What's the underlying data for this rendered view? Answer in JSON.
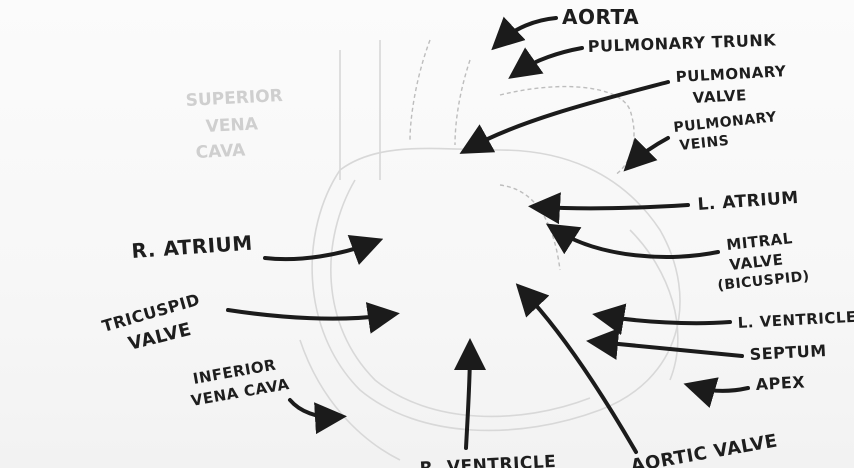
{
  "labels": {
    "aorta": "AORTA",
    "pulmonary_trunk": "PULMONARY TRUNK",
    "pulmonary_valve_1": "PULMONARY",
    "pulmonary_valve_2": "VALVE",
    "pulmonary_veins_1": "PULMONARY",
    "pulmonary_veins_2": "VEINS",
    "superior_vc_1": "SUPERIOR",
    "superior_vc_2": "VENA",
    "superior_vc_3": "CAVA",
    "l_atrium": "L. ATRIUM",
    "r_atrium": "R. ATRIUM",
    "mitral_1": "MITRAL",
    "mitral_2": "VALVE",
    "mitral_3": "(BICUSPID)",
    "tricuspid_1": "TRICUSPID",
    "tricuspid_2": "VALVE",
    "l_ventricle": "L. VENTRICLE",
    "septum": "SEPTUM",
    "inferior_vc_1": "INFERIOR",
    "inferior_vc_2": "VENA CAVA",
    "apex": "APEX",
    "r_ventricle": "R. VENTRICLE",
    "aortic_valve": "AORTIC VALVE"
  },
  "colors": {
    "ink": "#1b1b1b",
    "faint": "#cfcfcf",
    "paper": "#f7f7f7"
  }
}
